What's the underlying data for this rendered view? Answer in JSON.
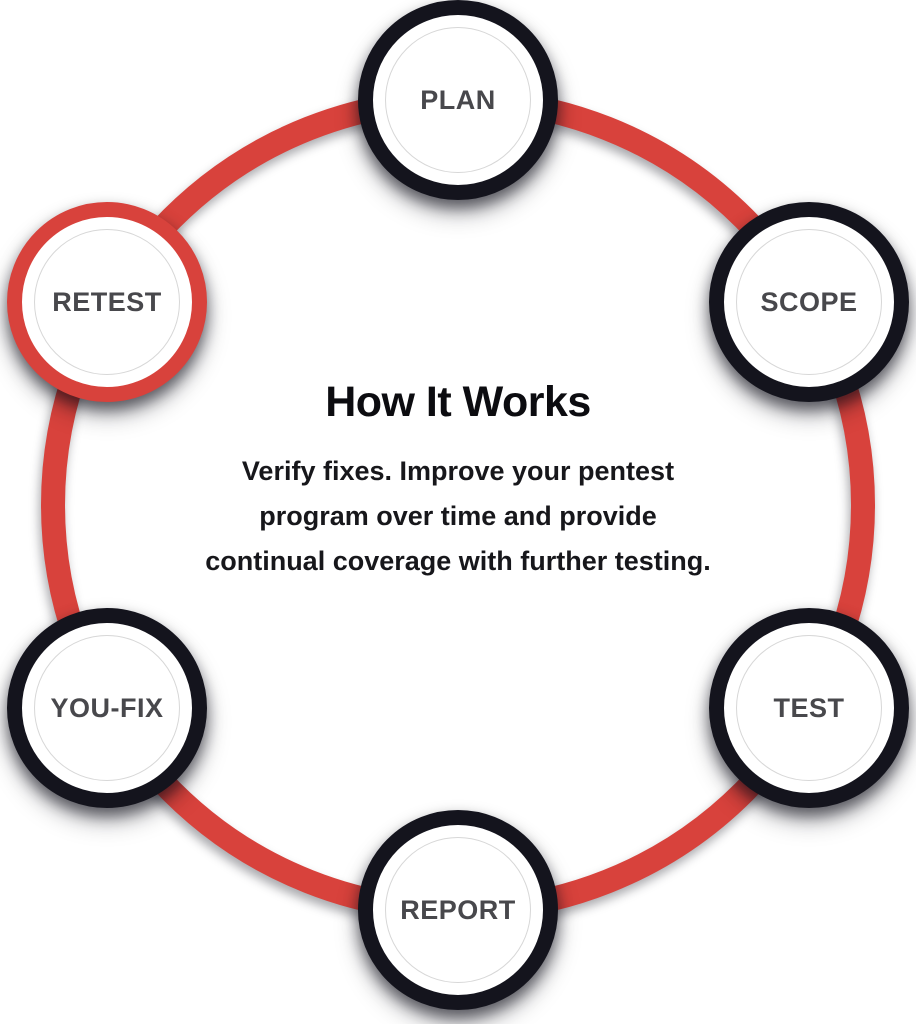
{
  "diagram": {
    "title": "How It Works",
    "description_lines": [
      "Verify fixes. Improve your pentest",
      "program over time and provide",
      "continual coverage with further testing."
    ],
    "stages": [
      {
        "label": "PLAN"
      },
      {
        "label": "SCOPE"
      },
      {
        "label": "TEST"
      },
      {
        "label": "REPORT"
      },
      {
        "label": "YOU-FIX"
      },
      {
        "label": "RETEST"
      }
    ],
    "highlighted_stage": "RETEST"
  },
  "colors": {
    "accent_red": "#d8423c",
    "ring_dark": "#14141d",
    "label_gray": "#48484c",
    "inner_circle_gray": "#d7d7d7",
    "background": "#ffffff",
    "title_color": "#0c0c10",
    "body_color": "#17171b"
  }
}
